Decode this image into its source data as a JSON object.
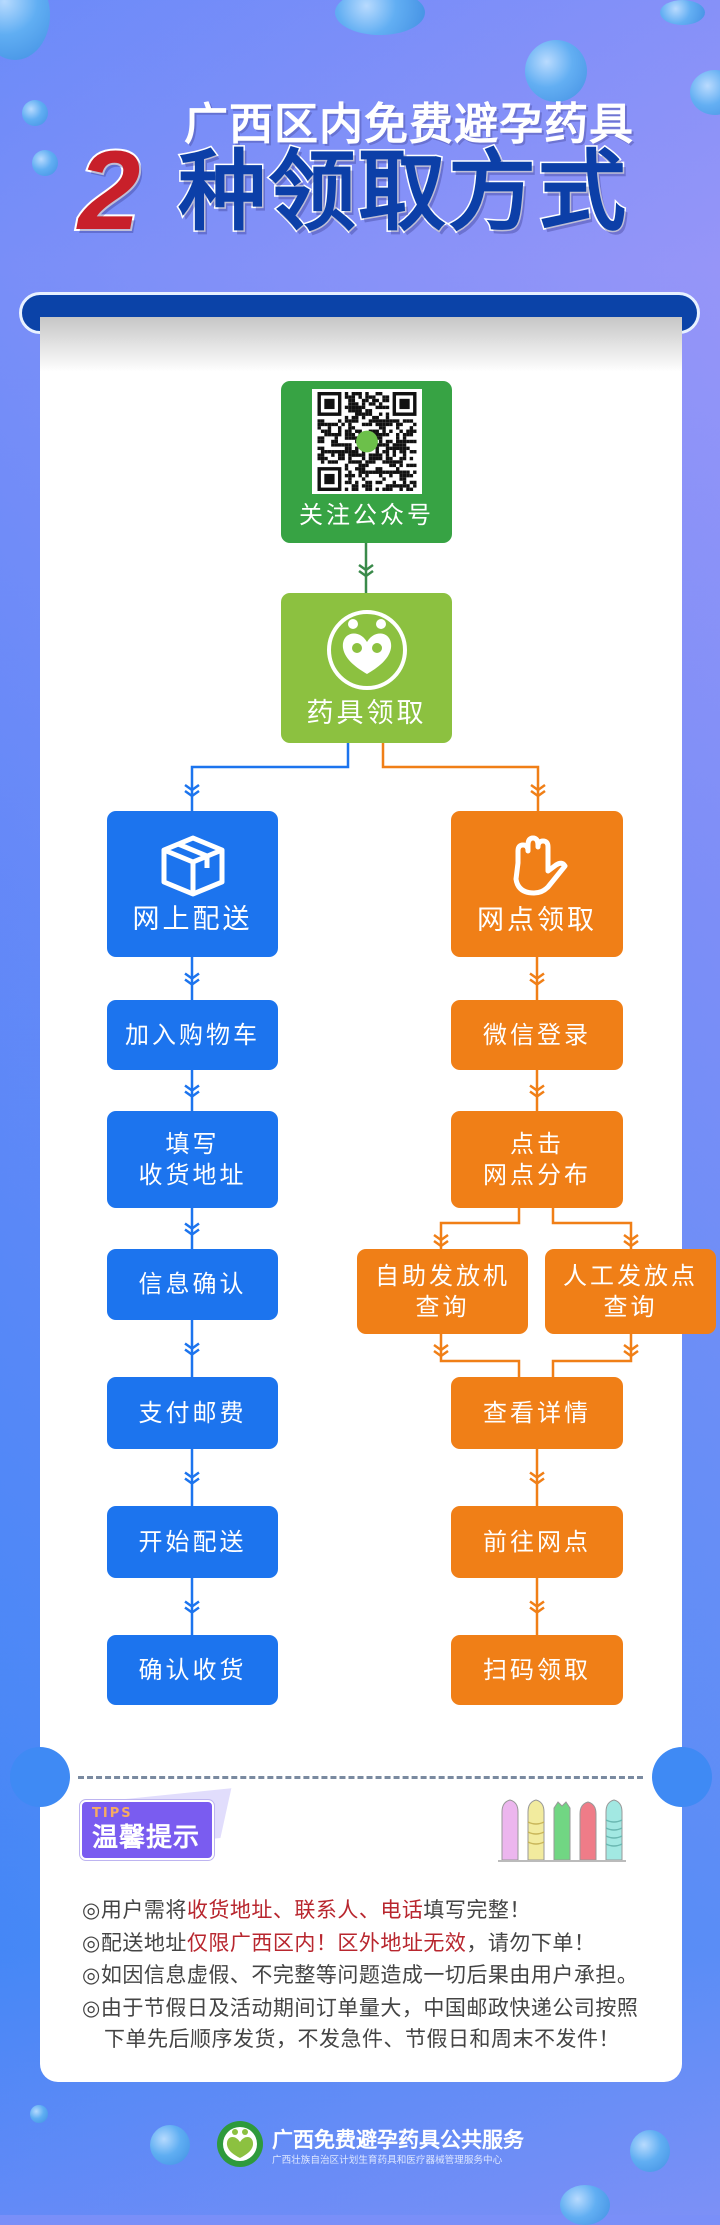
{
  "header": {
    "subtitle": "广西区内免费避孕药具",
    "number": "2",
    "title": "种领取方式"
  },
  "flow": {
    "follow_label": "关注公众号",
    "collect_label": "药具领取",
    "online": {
      "title": "网上配送",
      "icon": "box-icon",
      "steps": [
        [
          "加入购物车"
        ],
        [
          "填写",
          "收货地址"
        ],
        [
          "信息确认"
        ],
        [
          "支付邮费"
        ],
        [
          "开始配送"
        ],
        [
          "确认收货"
        ]
      ]
    },
    "offline": {
      "title": "网点领取",
      "icon": "hand-icon",
      "steps": [
        [
          "微信登录"
        ],
        [
          "点击",
          "网点分布"
        ],
        [
          "查看详情"
        ],
        [
          "前往网点"
        ],
        [
          "扫码领取"
        ]
      ],
      "branches": [
        [
          "自助发放机",
          "查询"
        ],
        [
          "人工发放点",
          "查询"
        ]
      ]
    }
  },
  "tips": {
    "badge_en": "TIPS",
    "badge_cn": "温馨提示",
    "items": [
      [
        "◎用户需将",
        "收货地址、联系人、电话",
        "填写完整！"
      ],
      [
        "◎配送地址",
        "仅限广西区内！区外地址无效",
        "，请勿下单！"
      ],
      [
        "◎如因信息虚假、不完整等问题造成一切后果由用户承担。"
      ],
      [
        "◎由于节假日及活动期间订单量大，中国邮政快递公司按照",
        "下单先后顺序发货，不发急件、节假日和周末不发件！"
      ]
    ]
  },
  "footer": {
    "title": "广西免费避孕药具公共服务",
    "subtitle": "广西壮族自治区计划生育药具和医疗器械管理服务中心"
  },
  "colors": {
    "online": "#1c74ee",
    "offline": "#f07f17",
    "follow": "#37a344",
    "collect": "#8cc140",
    "highlight": "#b8262e"
  }
}
